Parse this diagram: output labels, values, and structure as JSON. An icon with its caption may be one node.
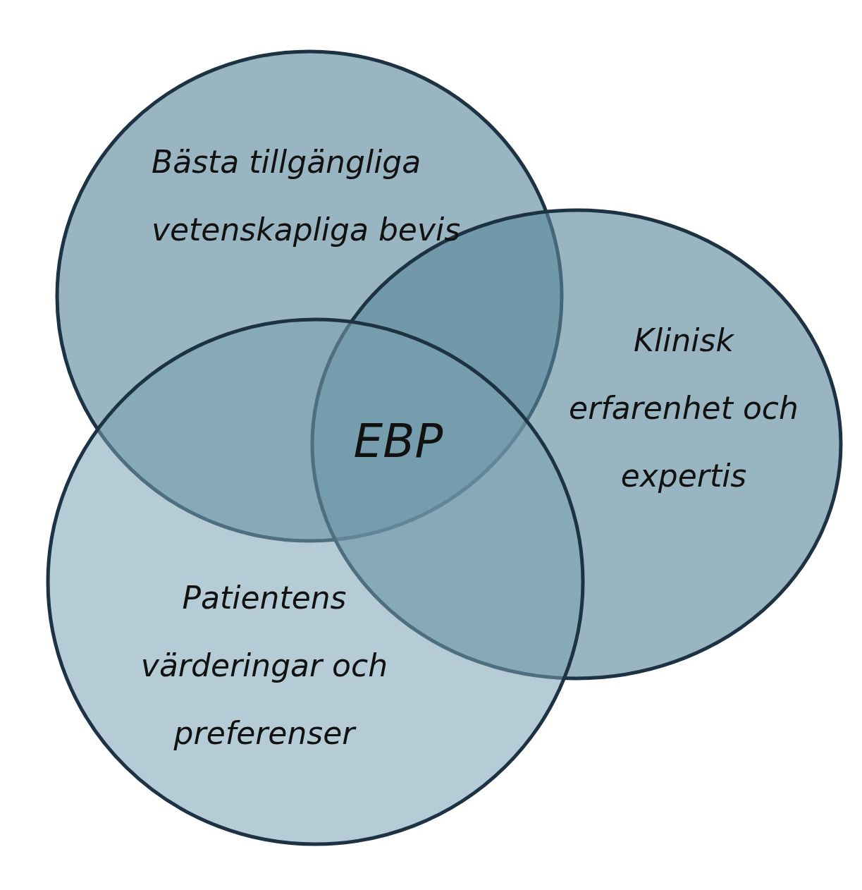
{
  "diagram": {
    "nodes": [
      {
        "text": [
          "Bästa tillgängliga vetenskapliga bevis"
        ]
      },
      {
        "text": [
          "Klinisk erfarenhet och expertis"
        ]
      },
      {
        "text": [
          "Patientens värderingar och preferenser"
        ]
      }
    ],
    "labels": [
      "EBP"
    ]
  }
}
